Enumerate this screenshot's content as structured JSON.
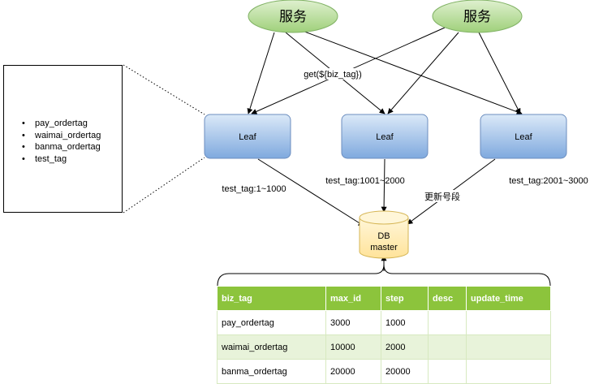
{
  "services": [
    {
      "label": "服务"
    },
    {
      "label": "服务"
    }
  ],
  "leaves": [
    {
      "label": "Leaf"
    },
    {
      "label": "Leaf"
    },
    {
      "label": "Leaf"
    }
  ],
  "edge_labels": {
    "get": "get(${biz_tag})",
    "range1": "test_tag:1~1000",
    "range2": "test_tag:1001~2000",
    "range3": "test_tag:2001~3000",
    "update": "更新号段"
  },
  "db": {
    "line1": "DB",
    "line2": "master"
  },
  "tag_panel": {
    "items": [
      "pay_ordertag",
      "waimai_ordertag",
      "banma_ordertag",
      "test_tag"
    ]
  },
  "table": {
    "headers": [
      "biz_tag",
      "max_id",
      "step",
      "desc",
      "update_time"
    ],
    "rows": [
      [
        "pay_ordertag",
        "3000",
        "1000",
        "",
        ""
      ],
      [
        "waimai_ordertag",
        "10000",
        "2000",
        "",
        ""
      ],
      [
        "banma_ordertag",
        "20000",
        "20000",
        "",
        ""
      ]
    ]
  },
  "colors": {
    "service_fill": "#a9d18e",
    "leaf_fill": "#9dc3e6",
    "db_fill": "#fff2cc",
    "table_header": "#8cc43c",
    "table_even_row": "#e8f3da"
  }
}
